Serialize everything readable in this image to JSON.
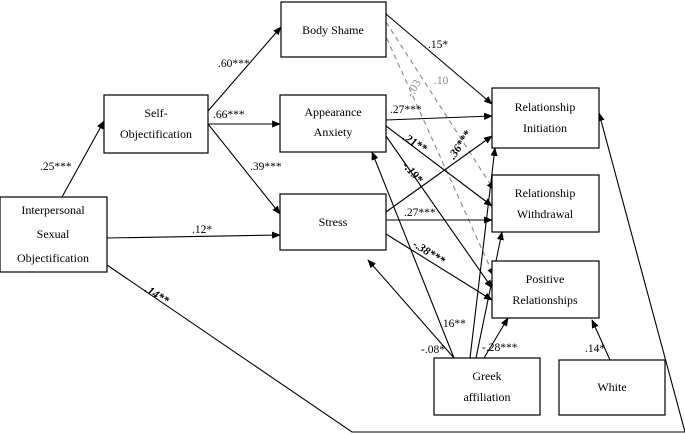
{
  "nodes": {
    "iso": [
      "Interpersonal",
      "Sexual",
      "Objectification"
    ],
    "so": [
      "Self-",
      "Objectification"
    ],
    "bs": [
      "Body Shame"
    ],
    "aa": [
      "Appearance",
      "Anxiety"
    ],
    "st": [
      "Stress"
    ],
    "ri": [
      "Relationship",
      "Initiation"
    ],
    "rw": [
      "Relationship",
      "Withdrawal"
    ],
    "pr": [
      "Positive",
      "Relationships"
    ],
    "ga": [
      "Greek",
      "affiliation"
    ],
    "wh": [
      "White"
    ]
  },
  "coefficients": {
    "iso_so": ".25***",
    "so_bs": ".60***",
    "so_aa": ".66***",
    "so_st": ".39***",
    "iso_st": ".12*",
    "iso_ri": ".14**",
    "bs_ri": ".15*",
    "bs_rw": "-.03",
    "bs_pr": ".10",
    "aa_ri": ".27***",
    "aa_rw": ".21**",
    "aa_pr": "-.19*",
    "st_ri": ".36***",
    "st_rw": ".27***",
    "st_pr": "-.38***",
    "ga_aa": ".16**",
    "ga_st": "-.08*",
    "ga_rw": "-.28***",
    "wh_pr": ".14*"
  }
}
